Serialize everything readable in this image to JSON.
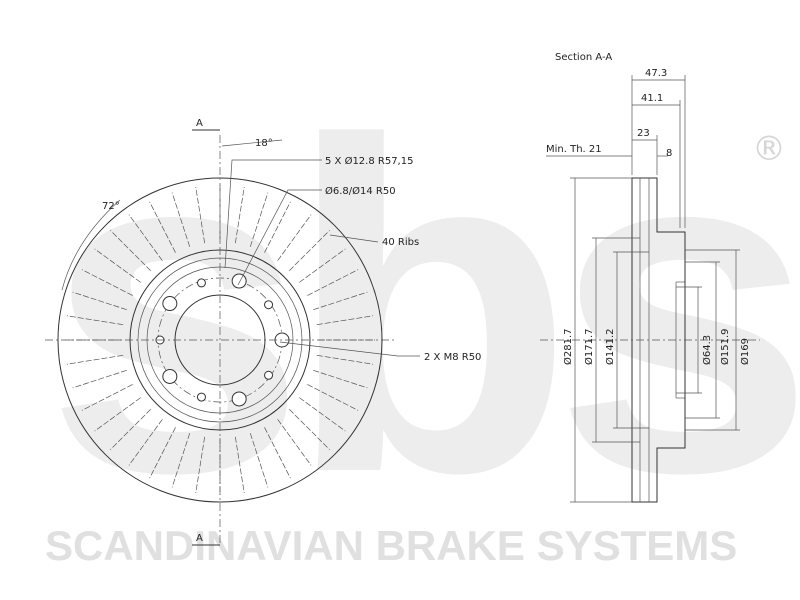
{
  "brand": {
    "logo_text": "sbs",
    "registered_mark": "®",
    "name": "SCANDINAVIAN BRAKE SYSTEMS",
    "color": "#dddddd"
  },
  "front_view": {
    "section_marker": "A",
    "angles": {
      "offset": "18°",
      "spacing": "72°"
    },
    "callouts": {
      "bolt_holes": "5 X Ø12.8 R57,15",
      "pilot_holes": "Ø6.8/Ø14 R50",
      "ribs": "40 Ribs",
      "threads": "2 X M8 R50"
    }
  },
  "section_view": {
    "title": "Section A-A",
    "min_thickness": "Min. Th. 21",
    "widths": {
      "total": "47.3",
      "hat": "41.1",
      "disc": "23",
      "inner": "8"
    },
    "diameters": {
      "outer": "Ø281.7",
      "friction_inner": "Ø171.7",
      "hat_outer": "Ø141.2",
      "center_bore": "Ø64.3",
      "hat_inner": "Ø151.9",
      "hat_face": "Ø169"
    }
  }
}
